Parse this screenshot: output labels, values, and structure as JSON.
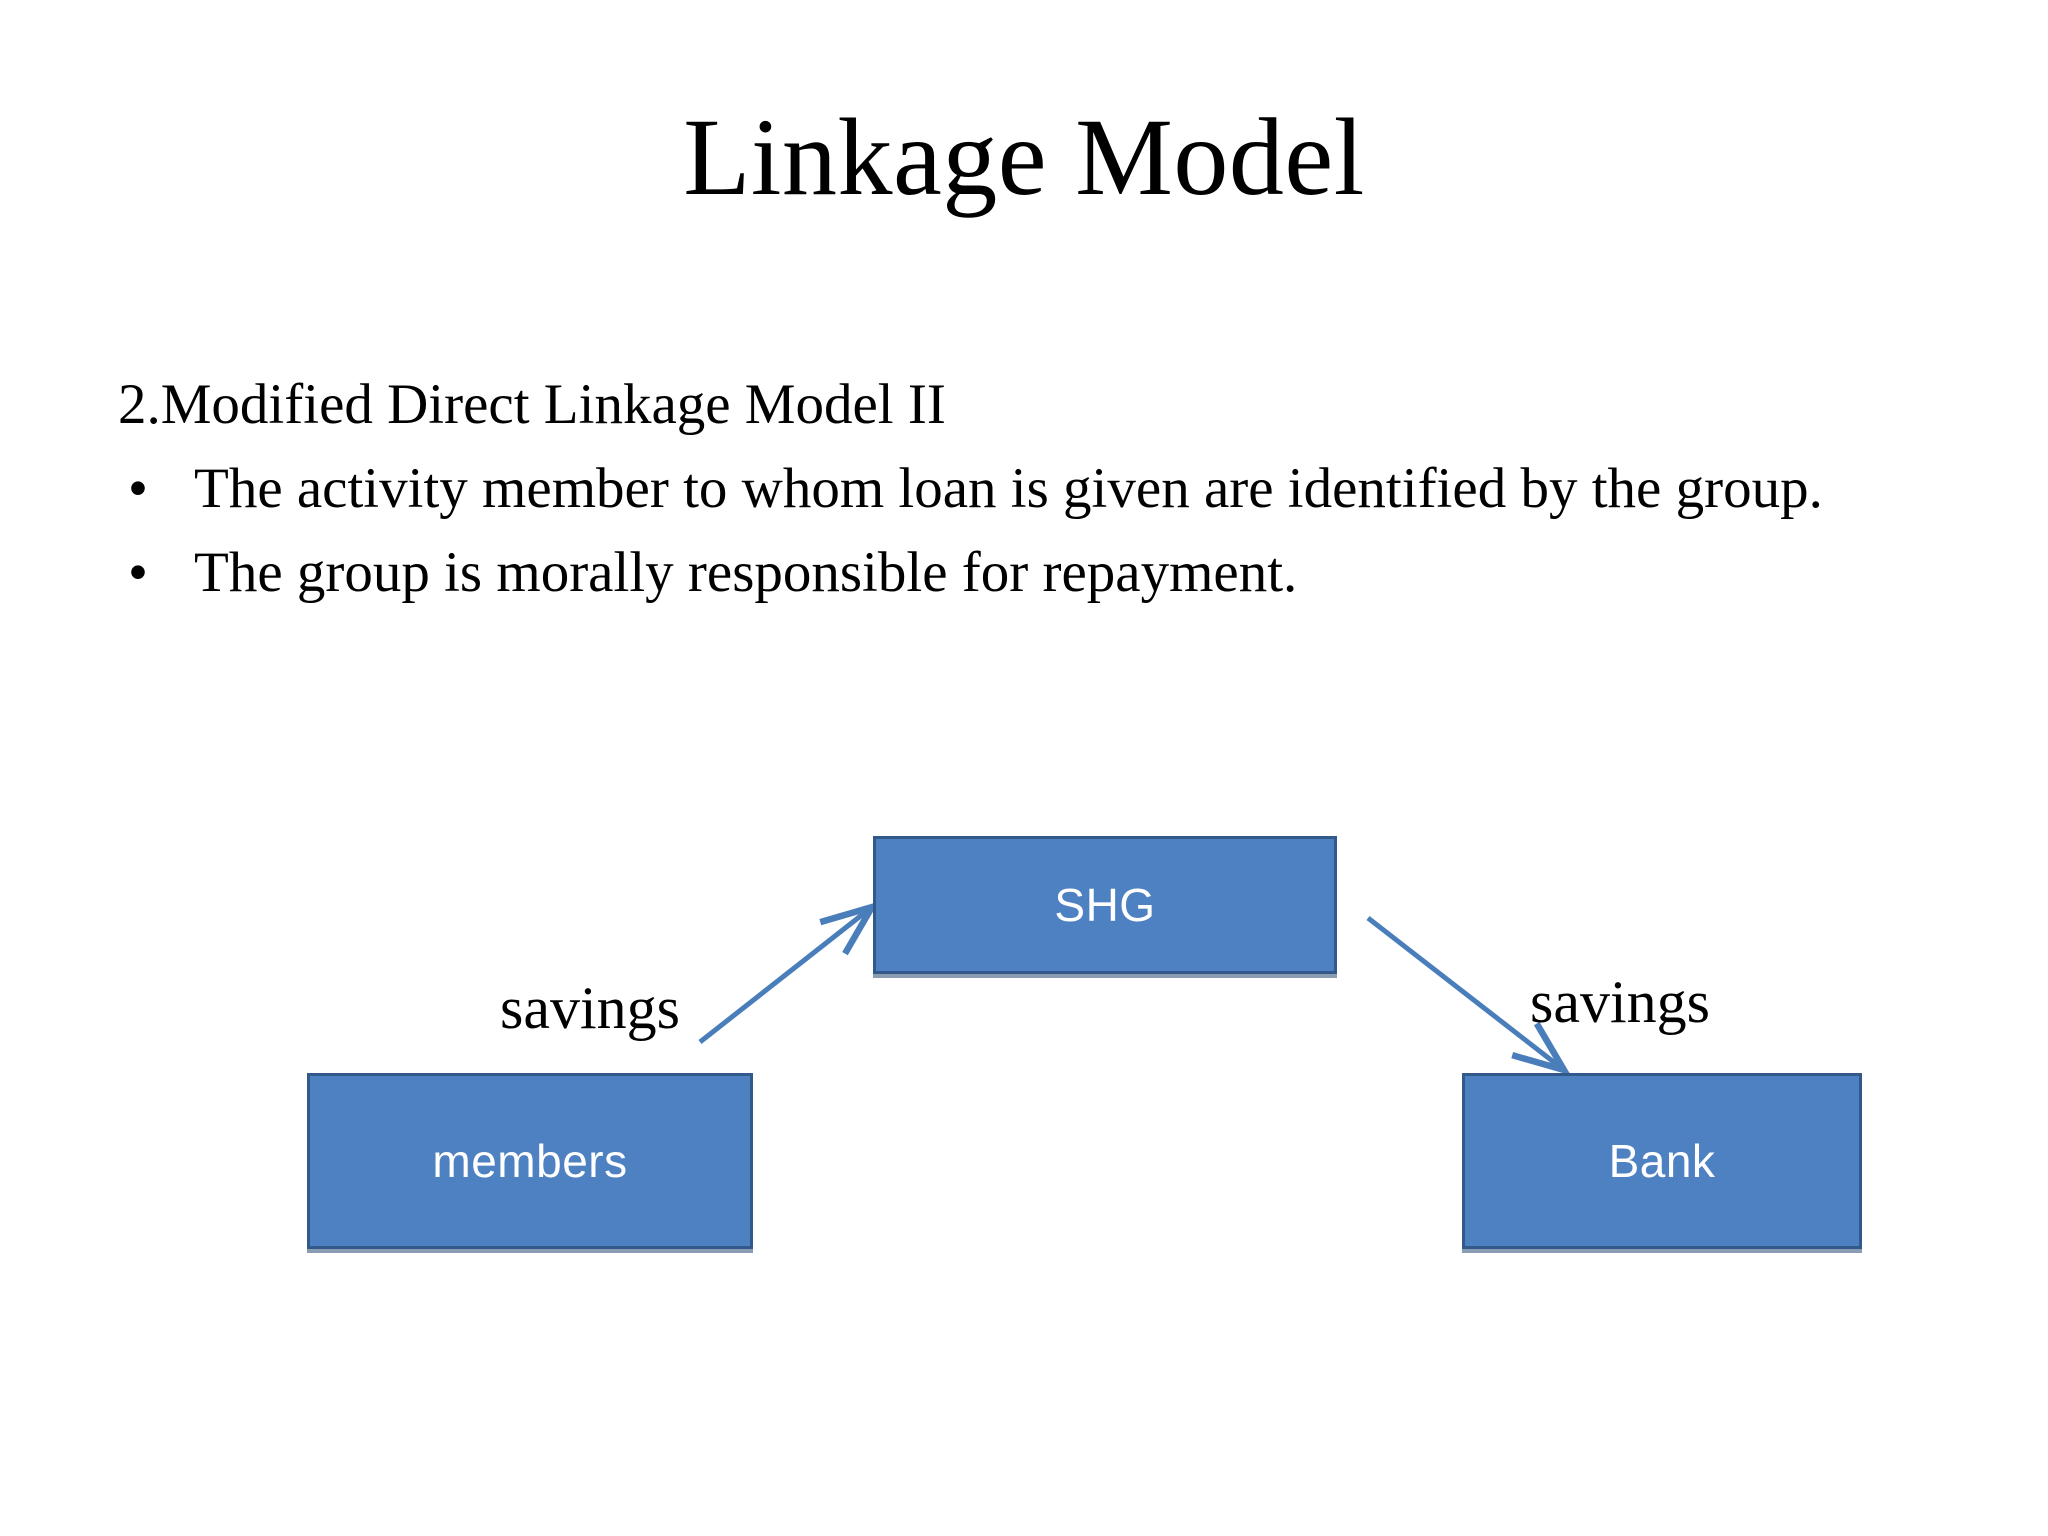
{
  "slide": {
    "title": "Linkage Model",
    "background_color": "#FFFFFF",
    "text_color": "#000000"
  },
  "body": {
    "lead_line": "2.Modified Direct Linkage Model II",
    "bullet_marker": "•",
    "bullets": [
      "The activity member to whom loan is given are identified by the group.",
      "The group is morally responsible for repayment."
    ]
  },
  "diagram": {
    "type": "flow",
    "node_fill_color": "#4E81C1",
    "node_border_color": "#33598A",
    "node_text_color": "#FFFFFF",
    "arrow_color": "#4A7EBB",
    "nodes": [
      {
        "id": "shg",
        "label": "SHG"
      },
      {
        "id": "members",
        "label": "members"
      },
      {
        "id": "bank",
        "label": "Bank"
      }
    ],
    "edges": [
      {
        "from": "members",
        "to": "shg",
        "label": "savings"
      },
      {
        "from": "shg",
        "to": "bank",
        "label": "savings"
      }
    ]
  }
}
